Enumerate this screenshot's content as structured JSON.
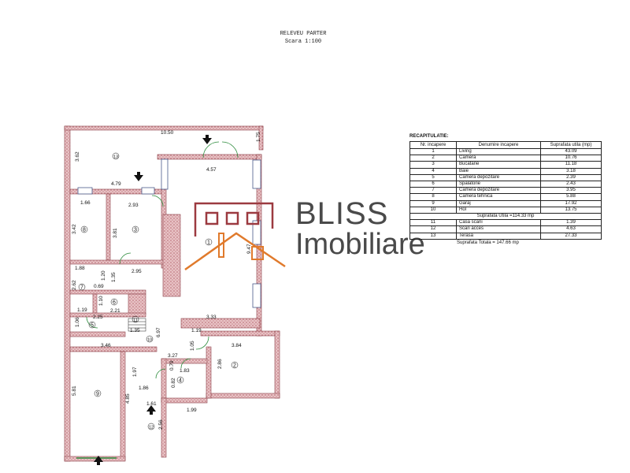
{
  "header": {
    "title": "RELEVEU PARTER",
    "scale": "Scara 1:100"
  },
  "plan": {
    "dimensions": [
      "10.50",
      "3.62",
      "1.75",
      "4.57",
      "4.79",
      "1.66",
      "2.93",
      "3.42",
      "3.81",
      "1.88",
      "1.20",
      "1.35",
      "2.95",
      "2.62",
      "0.69",
      "1.10",
      "1.19",
      "2.21",
      "2.25",
      "1.06",
      "1.35",
      "6.97",
      "3.33",
      "1.19",
      "9.47",
      "3.46",
      "3.27",
      "1.05",
      "3.84",
      "0.79",
      "1.83",
      "2.86",
      "1.97",
      "0.82",
      "1.86",
      "4.85",
      "5.81",
      "1.61",
      "1.99",
      "2.56"
    ],
    "room_numbers": [
      "1",
      "2",
      "3",
      "4",
      "5",
      "6",
      "7",
      "8",
      "9",
      "10",
      "11",
      "12",
      "13"
    ]
  },
  "recap": {
    "title": "RECAPITULATIE:",
    "headers": [
      "Nr. incapere",
      "Denumire incapere",
      "Suprafata utila (mp)"
    ],
    "rows": [
      {
        "nr": "1",
        "name": "Living",
        "area": "43.09"
      },
      {
        "nr": "2",
        "name": "Camera",
        "area": "10.76"
      },
      {
        "nr": "3",
        "name": "Bucatarie",
        "area": "11.18"
      },
      {
        "nr": "4",
        "name": "Baie",
        "area": "3.18"
      },
      {
        "nr": "5",
        "name": "Camera depozitare",
        "area": "2.39"
      },
      {
        "nr": "6",
        "name": "Spalatorie",
        "area": "2.43"
      },
      {
        "nr": "7",
        "name": "Camera depozitare",
        "area": "3.95"
      },
      {
        "nr": "8",
        "name": "Camera tehnica",
        "area": "5.88"
      },
      {
        "nr": "9",
        "name": "Garaj",
        "area": "17.92"
      },
      {
        "nr": "10",
        "name": "Hol",
        "area": "13.75"
      }
    ],
    "subtotal": "Suprafata Utila =114.33 mp",
    "extra_rows": [
      {
        "nr": "11",
        "name": "Casa scarii",
        "area": "1.39"
      },
      {
        "nr": "12",
        "name": "Scari acces",
        "area": "4.63"
      },
      {
        "nr": "13",
        "name": "Terasa",
        "area": "27.33"
      }
    ],
    "total": "Suprafata Totala = 147.66 mp"
  },
  "watermark": {
    "line1": "BLISS",
    "line2": "Imobiliare"
  },
  "colors": {
    "wall": "#c9868c",
    "logo_gray": "#4a4a4a",
    "logo_orange": "#e07a2c",
    "logo_red": "#9c3a40",
    "opening": "#2a8a3a"
  }
}
